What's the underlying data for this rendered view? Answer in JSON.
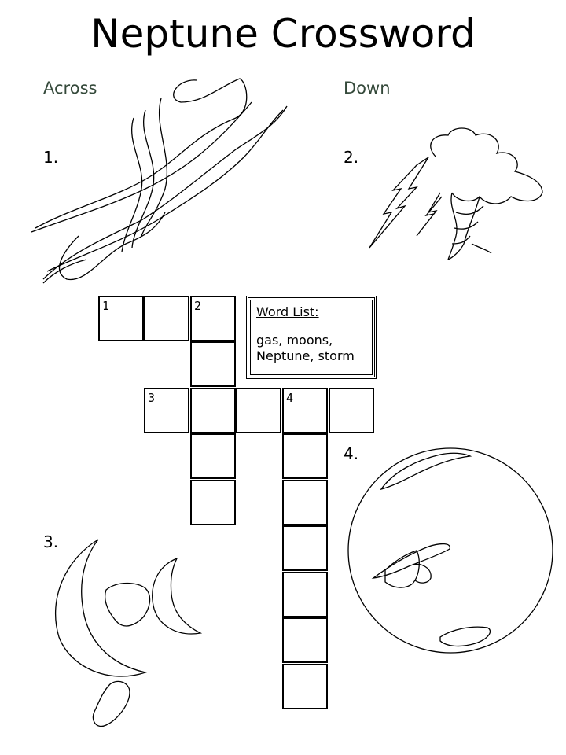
{
  "title": "Neptune Crossword",
  "sections": {
    "across": "Across",
    "down": "Down"
  },
  "clues": {
    "c1": "1.",
    "c2": "2.",
    "c3": "3.",
    "c4": "4."
  },
  "grid_numbers": {
    "n1": "1",
    "n2": "2",
    "n3": "3",
    "n4": "4"
  },
  "word_list": {
    "title": "Word List:",
    "line1": "gas, moons,",
    "line2": "Neptune, storm"
  },
  "icons": [
    "gas-wisps-icon",
    "storm-cloud-lightning-icon",
    "moons-icon",
    "neptune-planet-icon"
  ]
}
